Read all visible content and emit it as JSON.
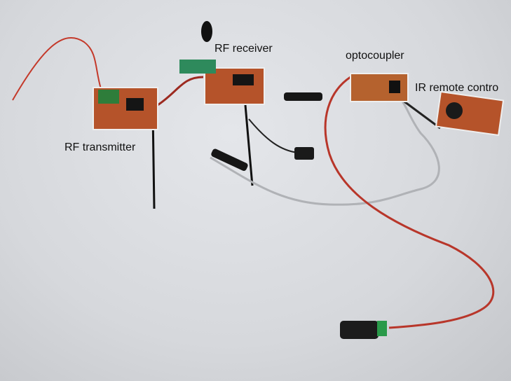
{
  "labels": {
    "rf_transmitter": "RF transmitter",
    "rf_receiver": "RF receiver",
    "optocoupler": "optocoupler",
    "ir_remote": "IR remote contro"
  },
  "colors": {
    "board": "#b5532a",
    "wire_red": "#c4392a",
    "wire_gray": "#a8aaae",
    "background": "#dcdee2"
  }
}
